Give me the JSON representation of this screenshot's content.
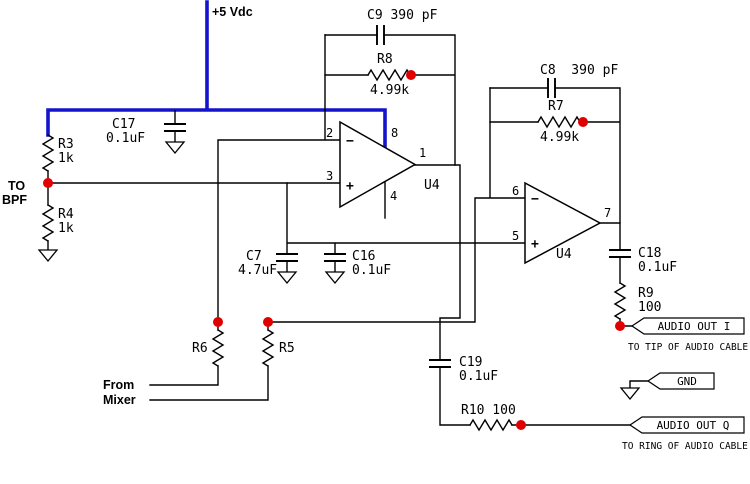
{
  "colors": {
    "wire": "#000000",
    "power_wire": "#1414cc",
    "blue_label": "#1414cc",
    "test_point": "#e00000"
  },
  "power_label": "+5 Vdc",
  "to_bpf": {
    "line1": "TO",
    "line2": "BPF"
  },
  "from_mixer": {
    "line1": "From",
    "line2": "Mixer"
  },
  "components": {
    "r3": {
      "ref": "R3",
      "value": "1k"
    },
    "r4": {
      "ref": "R4",
      "value": "1k"
    },
    "r5": {
      "ref": "R5"
    },
    "r6": {
      "ref": "R6"
    },
    "r7": {
      "ref": "R7",
      "value": "4.99k"
    },
    "r8": {
      "ref": "R8",
      "value": "4.99k"
    },
    "r9": {
      "ref": "R9",
      "value": "100"
    },
    "r10": {
      "label": "R10 100"
    },
    "c7": {
      "ref": "C7",
      "value": "4.7uF"
    },
    "c8": {
      "label": "C8  390 pF"
    },
    "c9": {
      "label": "C9 390 pF"
    },
    "c16": {
      "ref": "C16",
      "value": "0.1uF"
    },
    "c17": {
      "ref": "C17",
      "value": "0.1uF"
    },
    "c18": {
      "ref": "C18",
      "value": "0.1uF"
    },
    "c19": {
      "ref": "C19",
      "value": "0.1uF"
    }
  },
  "opamp1": {
    "ref": "U4",
    "pin_inv": "2",
    "pin_noninv": "3",
    "pin_vcc": "8",
    "pin_vee": "4",
    "pin_out": "1",
    "minus": "−",
    "plus": "+"
  },
  "opamp2": {
    "ref": "U4",
    "pin_inv": "6",
    "pin_noninv": "5",
    "pin_out": "7",
    "minus": "−",
    "plus": "+"
  },
  "tags": {
    "audio_out_i": {
      "label": "AUDIO OUT I",
      "note": "TO TIP OF AUDIO CABLE"
    },
    "gnd": {
      "label": "GND"
    },
    "audio_out_q": {
      "label": "AUDIO OUT Q",
      "note": "TO RING OF AUDIO CABLE"
    }
  }
}
